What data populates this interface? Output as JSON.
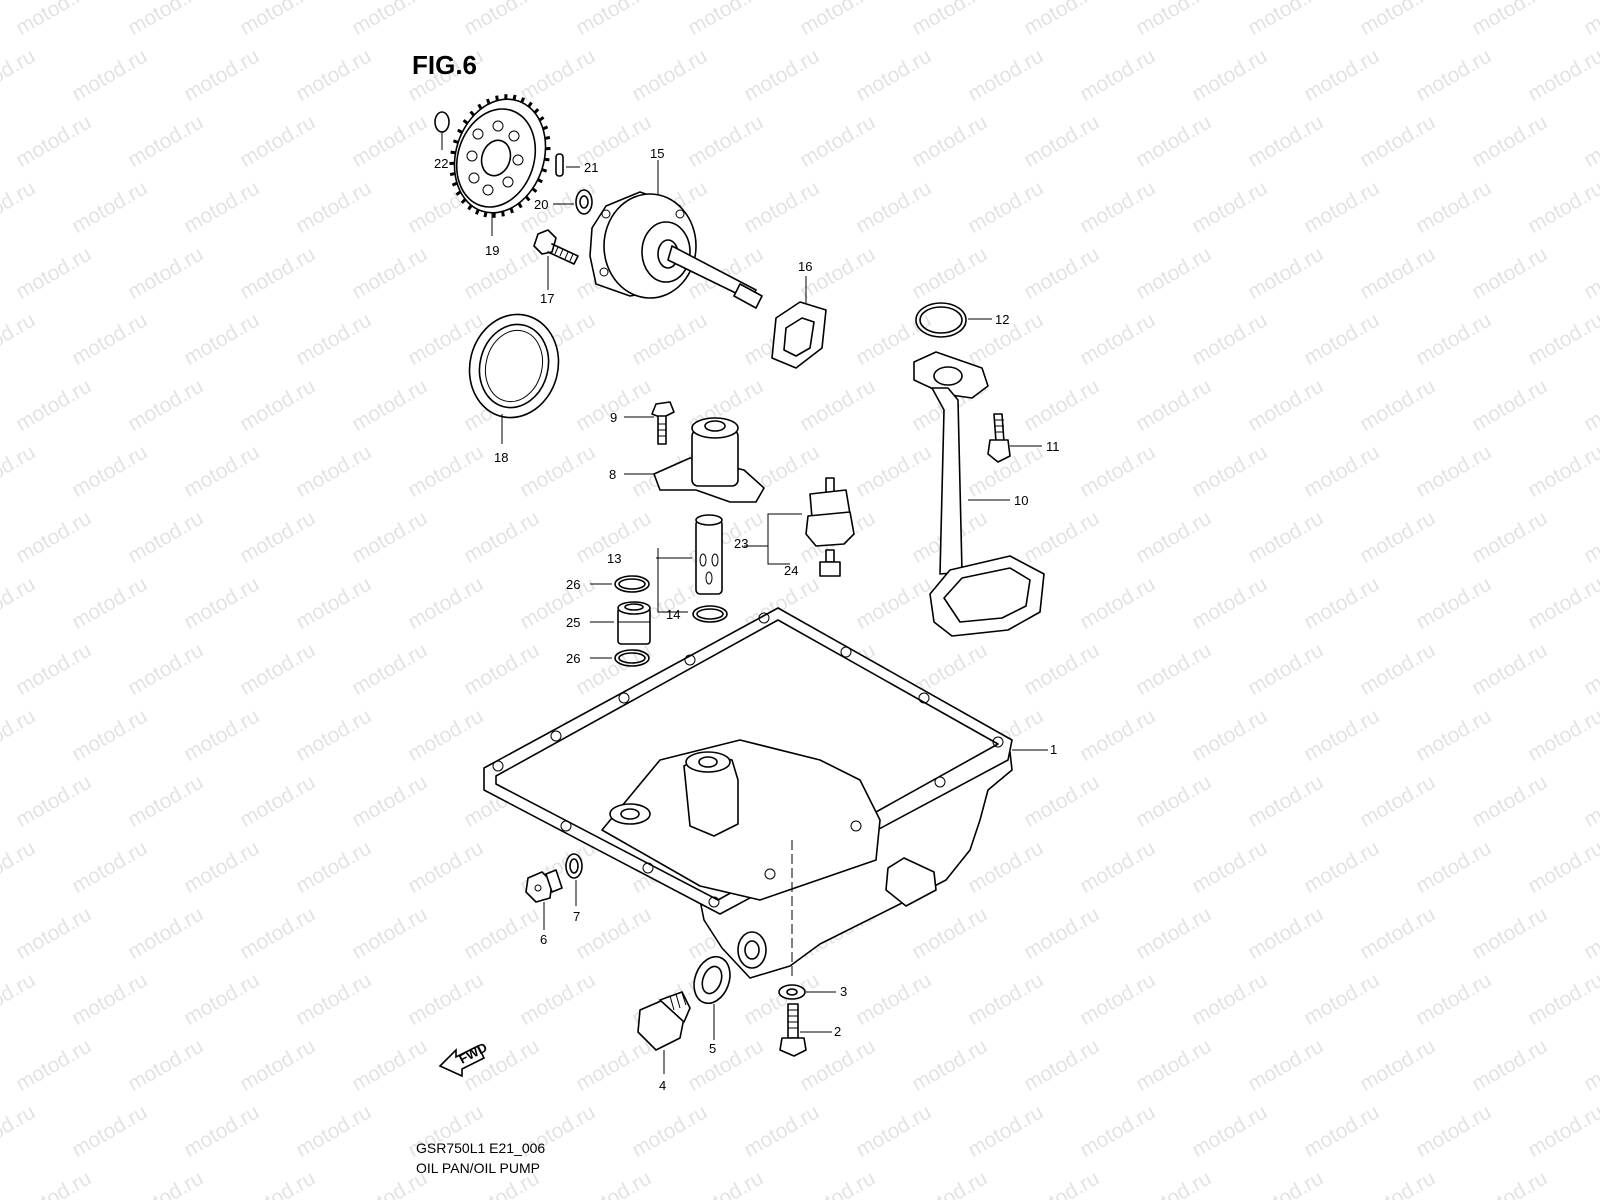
{
  "figure": {
    "title": "FIG.6",
    "code": "GSR750L1 E21_006",
    "caption": "OIL PAN/OIL PUMP"
  },
  "watermark": "motod.ru",
  "fwd_label": "FWD",
  "parts": [
    {
      "id": "part-1",
      "label": "1"
    },
    {
      "id": "part-2",
      "label": "2"
    },
    {
      "id": "part-3",
      "label": "3"
    },
    {
      "id": "part-4",
      "label": "4"
    },
    {
      "id": "part-5",
      "label": "5"
    },
    {
      "id": "part-6",
      "label": "6"
    },
    {
      "id": "part-7",
      "label": "7"
    },
    {
      "id": "part-8",
      "label": "8"
    },
    {
      "id": "part-9",
      "label": "9"
    },
    {
      "id": "part-10",
      "label": "10"
    },
    {
      "id": "part-11",
      "label": "11"
    },
    {
      "id": "part-12",
      "label": "12"
    },
    {
      "id": "part-13",
      "label": "13"
    },
    {
      "id": "part-14",
      "label": "14"
    },
    {
      "id": "part-15",
      "label": "15"
    },
    {
      "id": "part-16",
      "label": "16"
    },
    {
      "id": "part-17",
      "label": "17"
    },
    {
      "id": "part-18",
      "label": "18"
    },
    {
      "id": "part-19",
      "label": "19"
    },
    {
      "id": "part-20",
      "label": "20"
    },
    {
      "id": "part-21",
      "label": "21"
    },
    {
      "id": "part-22",
      "label": "22"
    },
    {
      "id": "part-23",
      "label": "23"
    },
    {
      "id": "part-24",
      "label": "24"
    },
    {
      "id": "part-25",
      "label": "25"
    },
    {
      "id": "part-26a",
      "label": "26"
    },
    {
      "id": "part-26b",
      "label": "26"
    }
  ]
}
